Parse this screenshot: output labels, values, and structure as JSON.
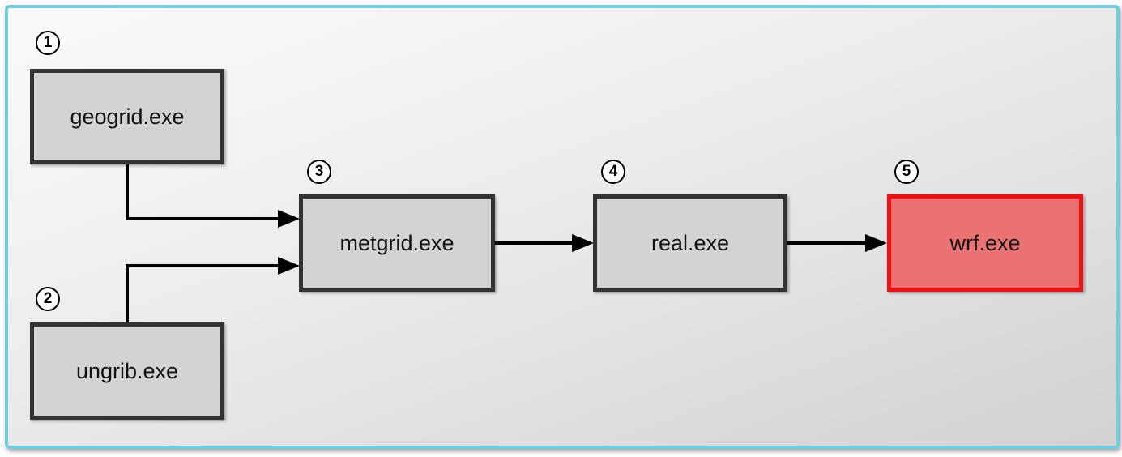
{
  "steps": [
    {
      "number": "1",
      "label": "geogrid.exe"
    },
    {
      "number": "2",
      "label": "ungrib.exe"
    },
    {
      "number": "3",
      "label": "metgrid.exe"
    },
    {
      "number": "4",
      "label": "real.exe"
    },
    {
      "number": "5",
      "label": "wrf.exe"
    }
  ],
  "colors": {
    "frame_border": "#6fcfe0",
    "box_fill": "#d3d3d3",
    "box_border": "#333333",
    "highlight_fill": "#ec7272",
    "highlight_border": "#ee1111"
  }
}
